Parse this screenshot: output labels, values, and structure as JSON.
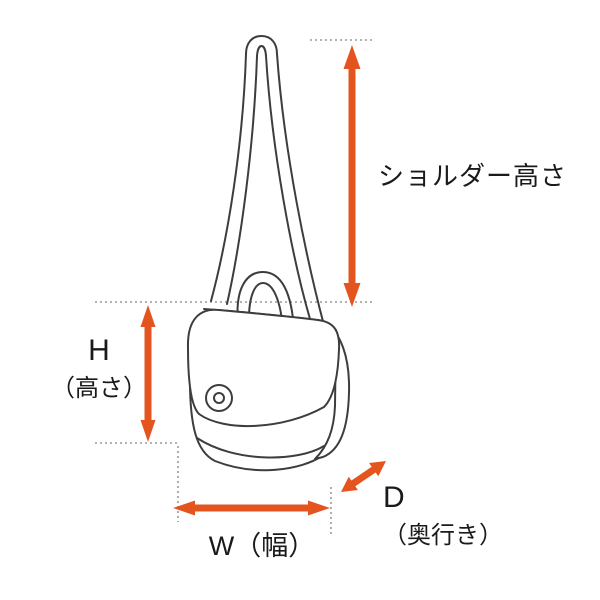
{
  "diagram": {
    "type": "bag-dimension-diagram",
    "labels": {
      "shoulder_height": "ショルダー高さ",
      "height_letter": "H",
      "height_sub": "（高さ）",
      "width": "W（幅）",
      "depth_letter": "D",
      "depth_sub": "（奥行き）"
    },
    "colors": {
      "arrow": "#e4541e",
      "line_art": "#3d3d3d",
      "dotted_guides": "#999999",
      "background": "#ffffff",
      "text": "#1a1a1a"
    }
  }
}
